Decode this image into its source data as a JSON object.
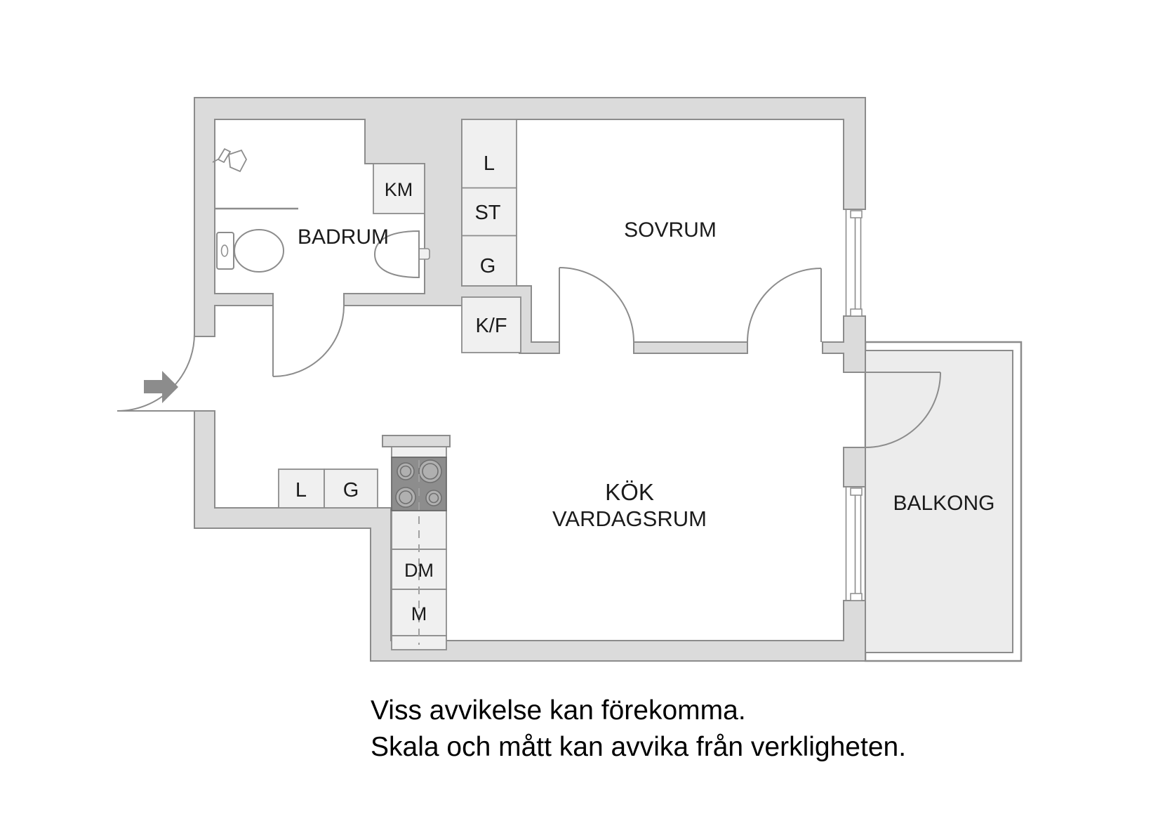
{
  "title": "Floor plan",
  "labels": {
    "badrum": "BADRUM",
    "sovrum": "SOVRUM",
    "kok": "KÖK",
    "vardagsrum": "VARDAGSRUM",
    "balkong": "BALKONG",
    "km": "KM",
    "closet_l": "L",
    "closet_st": "ST",
    "closet_g": "G",
    "kf": "K/F",
    "hall_l": "L",
    "hall_g": "G",
    "dm": "DM",
    "m": "M"
  },
  "disclaimer": {
    "line1": "Viss avvikelse kan förekomma.",
    "line2": "Skala och mått kan avvika från verkligheten."
  },
  "icons": [
    "entry-arrow-icon",
    "toilet-icon",
    "sink-icon",
    "towel-hook-icon",
    "stove-burners-icon",
    "door-swing-icon",
    "window-icon"
  ],
  "colors": {
    "wall_fill": "#dbdbdb",
    "wall_stroke": "#8c8c8c",
    "furniture_fill": "#f0f0f0",
    "stove_fill": "#8d8d8d",
    "burner_fill": "#b0b0b0",
    "balcony_floor": "#ececec",
    "text": "#1b1b1b",
    "arrow": "#8c8c8c"
  }
}
